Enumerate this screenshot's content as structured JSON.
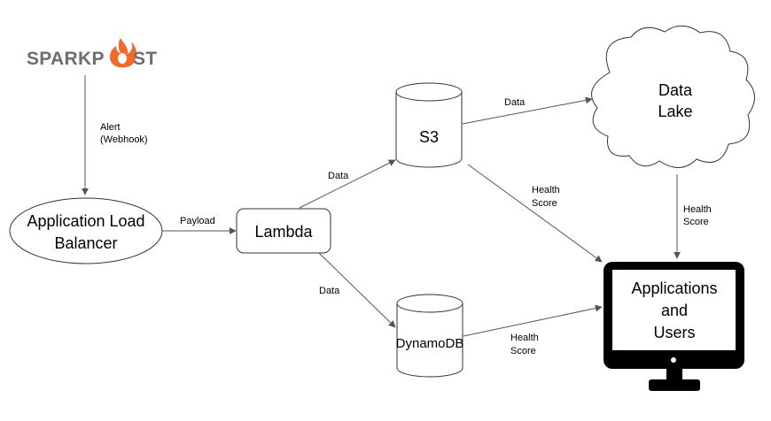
{
  "logo": {
    "text_left": "SPARKP",
    "text_right": "ST",
    "flame_color": "#f26a2a",
    "text_color": "#6d6e70"
  },
  "nodes": {
    "alb": [
      "Application Load",
      "Balancer"
    ],
    "lambda": "Lambda",
    "s3": "S3",
    "dynamodb": "DynamoDB",
    "datalake": [
      "Data",
      "Lake"
    ],
    "apps": [
      "Applications",
      "and",
      "Users"
    ]
  },
  "edges": {
    "alert": [
      "Alert",
      "(Webhook)"
    ],
    "payload": "Payload",
    "lambda_s3": "Data",
    "lambda_dynamo": "Data",
    "s3_lake": "Data",
    "s3_apps": [
      "Health",
      "Score"
    ],
    "lake_apps": [
      "Health",
      "Score"
    ],
    "dynamo_apps": [
      "Health",
      "Score"
    ]
  }
}
